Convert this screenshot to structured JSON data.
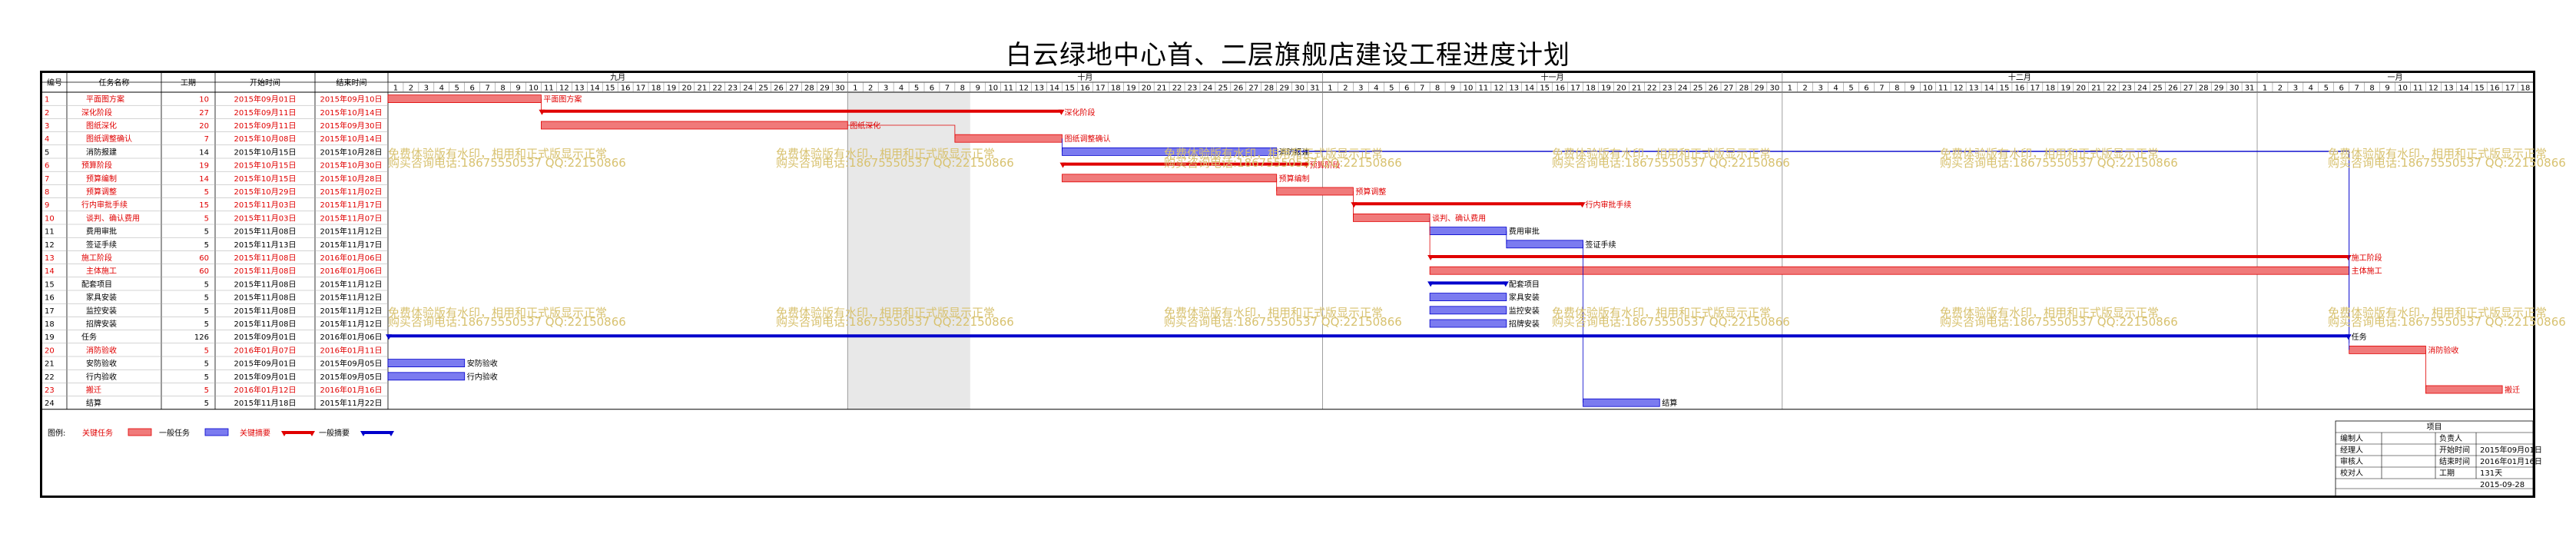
{
  "title": "白云绿地中心首、二层旗舰店建设工程进度计划",
  "columns": {
    "id": "编号",
    "name": "任务名称",
    "dur": "工期",
    "start": "开始时间",
    "end": "结束时间"
  },
  "months": [
    {
      "label": "九月",
      "days": 30
    },
    {
      "label": "十月",
      "days": 31
    },
    {
      "label": "十一月",
      "days": 30
    },
    {
      "label": "十二月",
      "days": 31
    },
    {
      "label": "一月",
      "days": 18
    }
  ],
  "tasks": [
    {
      "id": "1",
      "name": "平面图方案",
      "dur": "10",
      "start": "2015年09月01日",
      "end": "2015年09月10日",
      "s": 1,
      "e": 10,
      "critical": true,
      "summary": false
    },
    {
      "id": "2",
      "name": "深化阶段",
      "dur": "27",
      "start": "2015年09月11日",
      "end": "2015年10月14日",
      "s": 11,
      "e": 44,
      "critical": true,
      "summary": true
    },
    {
      "id": "3",
      "name": "图纸深化",
      "dur": "20",
      "start": "2015年09月11日",
      "end": "2015年09月30日",
      "s": 11,
      "e": 30,
      "critical": true,
      "summary": false
    },
    {
      "id": "4",
      "name": "图纸调整确认",
      "dur": "7",
      "start": "2015年10月08日",
      "end": "2015年10月14日",
      "s": 38,
      "e": 44,
      "critical": true,
      "summary": false
    },
    {
      "id": "5",
      "name": "消防报建",
      "dur": "14",
      "start": "2015年10月15日",
      "end": "2015年10月28日",
      "s": 45,
      "e": 58,
      "critical": false,
      "summary": false
    },
    {
      "id": "6",
      "name": "预算阶段",
      "dur": "19",
      "start": "2015年10月15日",
      "end": "2015年10月30日",
      "s": 45,
      "e": 60,
      "critical": true,
      "summary": true
    },
    {
      "id": "7",
      "name": "预算编制",
      "dur": "14",
      "start": "2015年10月15日",
      "end": "2015年10月28日",
      "s": 45,
      "e": 58,
      "critical": true,
      "summary": false
    },
    {
      "id": "8",
      "name": "预算调整",
      "dur": "5",
      "start": "2015年10月29日",
      "end": "2015年11月02日",
      "s": 59,
      "e": 63,
      "critical": true,
      "summary": false
    },
    {
      "id": "9",
      "name": "行内审批手续",
      "dur": "15",
      "start": "2015年11月03日",
      "end": "2015年11月17日",
      "s": 64,
      "e": 78,
      "critical": true,
      "summary": true
    },
    {
      "id": "10",
      "name": "谈判、确认费用",
      "dur": "5",
      "start": "2015年11月03日",
      "end": "2015年11月07日",
      "s": 64,
      "e": 68,
      "critical": true,
      "summary": false
    },
    {
      "id": "11",
      "name": "费用审批",
      "dur": "5",
      "start": "2015年11月08日",
      "end": "2015年11月12日",
      "s": 69,
      "e": 73,
      "critical": false,
      "summary": false
    },
    {
      "id": "12",
      "name": "签证手续",
      "dur": "5",
      "start": "2015年11月13日",
      "end": "2015年11月17日",
      "s": 74,
      "e": 78,
      "critical": false,
      "summary": false
    },
    {
      "id": "13",
      "name": "施工阶段",
      "dur": "60",
      "start": "2015年11月08日",
      "end": "2016年01月06日",
      "s": 69,
      "e": 128,
      "critical": true,
      "summary": true
    },
    {
      "id": "14",
      "name": "主体施工",
      "dur": "60",
      "start": "2015年11月08日",
      "end": "2016年01月06日",
      "s": 69,
      "e": 128,
      "critical": true,
      "summary": false
    },
    {
      "id": "15",
      "name": "配套项目",
      "dur": "5",
      "start": "2015年11月08日",
      "end": "2015年11月12日",
      "s": 69,
      "e": 73,
      "critical": false,
      "summary": true
    },
    {
      "id": "16",
      "name": "家具安装",
      "dur": "5",
      "start": "2015年11月08日",
      "end": "2015年11月12日",
      "s": 69,
      "e": 73,
      "critical": false,
      "summary": false
    },
    {
      "id": "17",
      "name": "监控安装",
      "dur": "5",
      "start": "2015年11月08日",
      "end": "2015年11月12日",
      "s": 69,
      "e": 73,
      "critical": false,
      "summary": false
    },
    {
      "id": "18",
      "name": "招牌安装",
      "dur": "5",
      "start": "2015年11月08日",
      "end": "2015年11月12日",
      "s": 69,
      "e": 73,
      "critical": false,
      "summary": false
    },
    {
      "id": "19",
      "name": "任务",
      "dur": "126",
      "start": "2015年09月01日",
      "end": "2016年01月06日",
      "s": 1,
      "e": 128,
      "critical": false,
      "summary": true
    },
    {
      "id": "20",
      "name": "消防验收",
      "dur": "5",
      "start": "2016年01月07日",
      "end": "2016年01月11日",
      "s": 129,
      "e": 133,
      "critical": true,
      "summary": false
    },
    {
      "id": "21",
      "name": "安防验收",
      "dur": "5",
      "start": "2015年09月01日",
      "end": "2015年09月05日",
      "s": 1,
      "e": 5,
      "critical": false,
      "summary": false
    },
    {
      "id": "22",
      "name": "行内验收",
      "dur": "5",
      "start": "2015年09月01日",
      "end": "2015年09月05日",
      "s": 1,
      "e": 5,
      "critical": false,
      "summary": false
    },
    {
      "id": "23",
      "name": "搬迁",
      "dur": "5",
      "start": "2016年01月12日",
      "end": "2016年01月16日",
      "s": 134,
      "e": 138,
      "critical": true,
      "summary": false
    },
    {
      "id": "24",
      "name": "结算",
      "dur": "5",
      "start": "2015年11月18日",
      "end": "2015年11月22日",
      "s": 79,
      "e": 83,
      "critical": false,
      "summary": false
    }
  ],
  "watermark": {
    "line1": "免费体验版有水印，相用和正式版显示正常",
    "line2": "购买咨询电话:18675550537 QQ:22150866"
  },
  "legend": {
    "label": "图例:",
    "critical_task": "关键任务",
    "normal_task": "一般任务",
    "critical_summary": "关键摘要",
    "normal_summary": "一般摘要"
  },
  "info_table": {
    "header": "项目",
    "rows": [
      {
        "k1": "编制人",
        "v1": "",
        "k2": "负责人",
        "v2": ""
      },
      {
        "k1": "经理人",
        "v1": "",
        "k2": "开始时间",
        "v2": "2015年09月01日"
      },
      {
        "k1": "审核人",
        "v1": "",
        "k2": "结束时间",
        "v2": "2016年01月16日"
      },
      {
        "k1": "校对人",
        "v1": "",
        "k2": "工期",
        "v2": "131天"
      }
    ],
    "date": "2015-09-28"
  },
  "colors": {
    "critical": "#e00000",
    "critical_fill": "#f07a7a",
    "normal": "#0000cc",
    "normal_fill": "#7b7bf0",
    "weekend_shade": "#e8e8e8"
  }
}
